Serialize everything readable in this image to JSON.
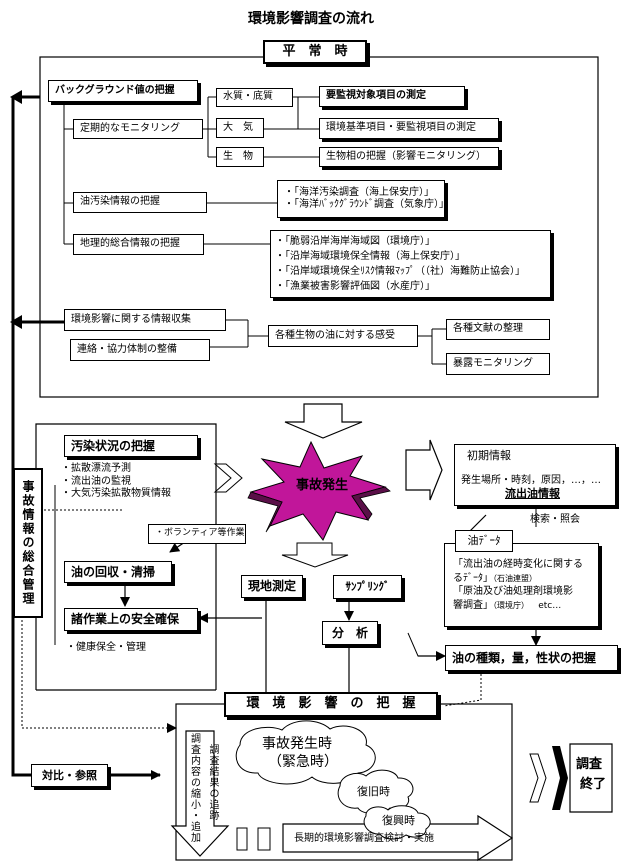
{
  "title": "環境影響調査の流れ",
  "heijo": {
    "header": "平　常　時",
    "background": "バックグラウンド値の把握",
    "teiki": "定期的なモニタリング",
    "suishitsu": "水質・底質",
    "taiki": "大　気",
    "seibutsu": "生　物",
    "yokanshi": "要監視対象項目の測定",
    "kankyo_kijun": "環境基準項目・要監視項目の測定",
    "seibutsu_sou": "生物相の把握（影響モニタリング）",
    "oil_info": "油汚染情報の把握",
    "oil_sources": [
      "・「海洋汚染調査（海上保安庁）」",
      "・「海洋ﾊﾞｯｸｸﾞﾗｳﾝﾄﾞ調査（気象庁）」"
    ],
    "chiri": "地理的総合情報の把握",
    "chiri_sources": [
      "・「脆弱沿岸海岸海域図（環境庁）」",
      "・「沿岸海域環境保全情報（海上保安庁）」",
      "・「沿岸域環境保全ﾘｽｸ情報ﾏｯﾌﾟ（（社）海難防止協会）」",
      "・「漁業被害影響評価図（水産庁）」"
    ],
    "shushu": "環境影響に関する情報収集",
    "renraku": "連絡・協力体制の整備",
    "kanju": "各種生物の油に対する感受",
    "bunken": "各種文献の整理",
    "bakuro": "暴露モニタリング"
  },
  "accident": {
    "side_label": "事故情報の総合管理",
    "osen": "汚染状況の把握",
    "osen_items": [
      "・拡散漂流予測",
      "・流出油の監視",
      "・大気汚染拡散物質情報"
    ],
    "volunteer": "・ボランティア等作業",
    "kaishu": "油の回収・清掃",
    "anzen": "諸作業上の安全確保",
    "kenko": "・健康保全・管理",
    "jiko": "事故発生",
    "shoki": "初期情報",
    "shoki_detail": "発生場所・時刻，原因，…，…",
    "ryushutsu": "流出油情報",
    "kensaku": "検索・照会",
    "abura_data": "油ﾃﾞｰﾀ",
    "data_lines": [
      "「流出油の経時変化に関する",
      "るﾃﾞｰﾀ」",
      "「原油及び油処理剤環境影",
      "響調査」"
    ],
    "data_src1": "（石油連盟）",
    "data_src2": "（環境庁）",
    "data_etc": "etc…",
    "genchi": "現地測定",
    "sampling": "ｻﾝﾌﾟﾘﾝｸﾞ",
    "bunseki": "分　析",
    "shurui": "油の種類，量，性状の把握"
  },
  "impact": {
    "header": "環　境　影　響　の　把　握",
    "taihi": "対比・参照",
    "shukusho": [
      "調",
      "査",
      "内",
      "容",
      "の",
      "縮",
      "小",
      "・",
      "追",
      "加"
    ],
    "tsuiseki": "調査結果の追跡",
    "kinkyu1": "事故発生時",
    "kinkyu2": "（緊急時）",
    "fukkyu": "復旧時",
    "fukko": "復興時",
    "choki": "長期的環境影響調査検討・実施",
    "end1": "調査",
    "end2": "終了"
  }
}
